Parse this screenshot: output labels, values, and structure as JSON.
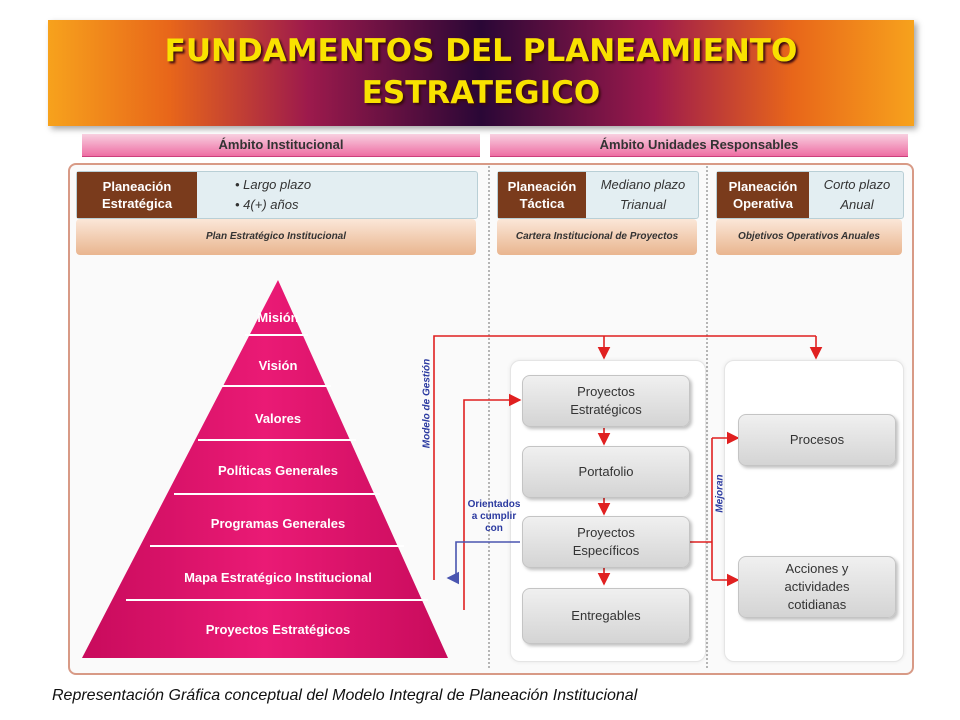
{
  "title": {
    "line1": "FUNDAMENTOS DEL PLANEAMIENTO",
    "line2": "ESTRATEGICO"
  },
  "ambitos": {
    "institucional": "Ámbito Institucional",
    "unidades": "Ámbito Unidades Responsables"
  },
  "estrategica": {
    "label_line1": "Planeación",
    "label_line2": "Estratégica",
    "term1": "• Largo plazo",
    "term2": "• 4(+) años",
    "sub": "Plan Estratégico Institucional"
  },
  "tactica": {
    "label_line1": "Planeación",
    "label_line2": "Táctica",
    "term1": "Mediano plazo",
    "term2": "Trianual",
    "sub": "Cartera Institucional de Proyectos"
  },
  "operativa": {
    "label_line1": "Planeación",
    "label_line2": "Operativa",
    "term1": "Corto plazo",
    "term2": "Anual",
    "sub": "Objetivos Operativos Anuales"
  },
  "pyramid": [
    "Misión",
    "Visión",
    "Valores",
    "Políticas Generales",
    "Programas Generales",
    "Mapa Estratégico Institucional",
    "Proyectos Estratégicos"
  ],
  "labels": {
    "modelo": "Modelo de Gestión",
    "orientados_1": "Orientados",
    "orientados_2": "a cumplir",
    "orientados_3": "con",
    "mejoran": "Mejoran"
  },
  "tactica_boxes": {
    "proyectos_estrategicos_1": "Proyectos",
    "proyectos_estrategicos_2": "Estratégicos",
    "portafolio": "Portafolio",
    "proyectos_especificos_1": "Proyectos",
    "proyectos_especificos_2": "Específicos",
    "entregables": "Entregables"
  },
  "operativa_boxes": {
    "procesos": "Procesos",
    "acciones_1": "Acciones y",
    "acciones_2": "actividades",
    "acciones_3": "cotidianas"
  },
  "caption": "Representación Gráfica conceptual del Modelo Integral de Planeación Institucional",
  "colors": {
    "pyramid": "#e0106a",
    "arrow_red": "#e02020",
    "arrow_blue": "#4a55b0",
    "title_text": "#f9e200",
    "label_brown": "#7a3b1c"
  }
}
